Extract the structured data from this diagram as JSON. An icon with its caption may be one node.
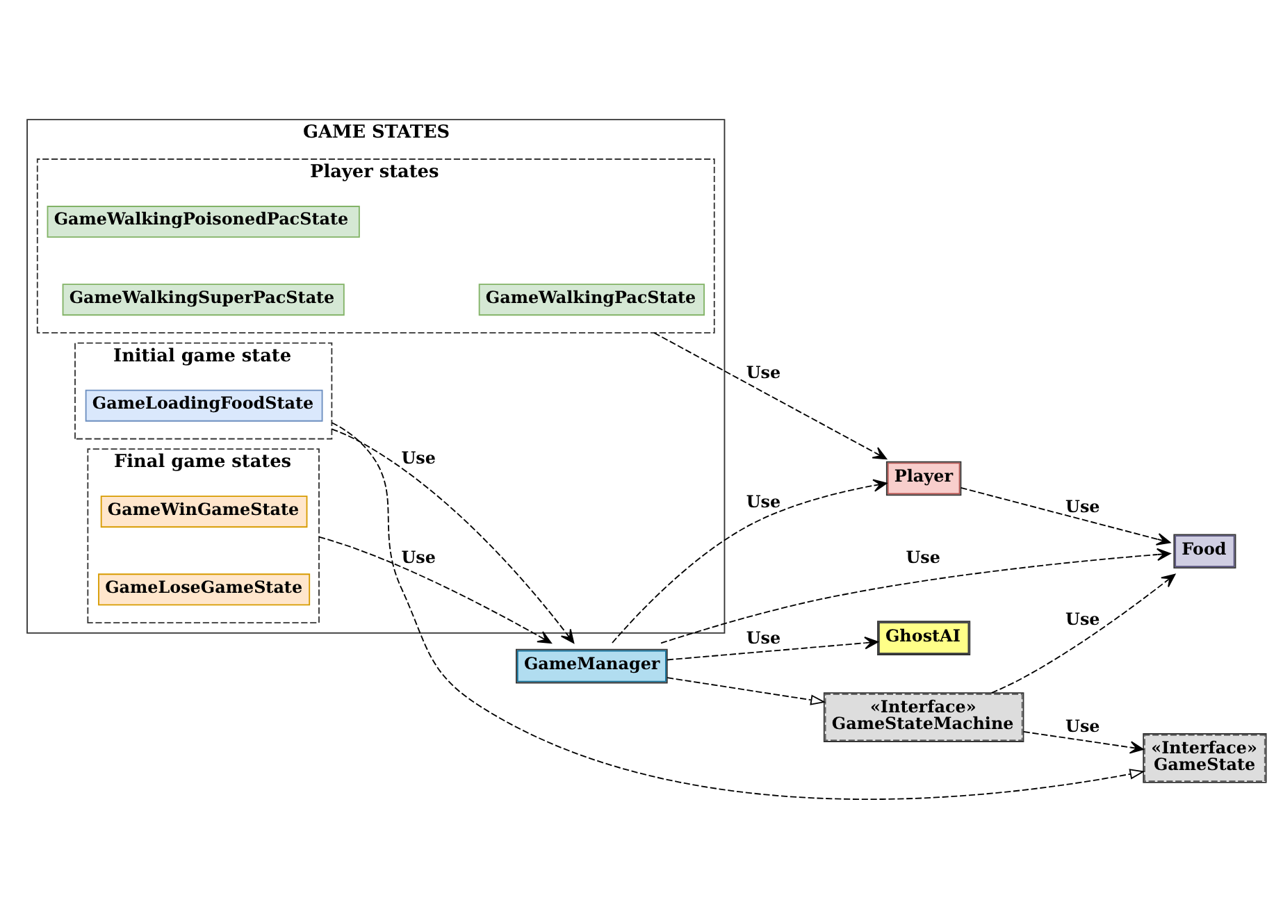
{
  "diagram": {
    "nodes": [
      {
        "text": [
          "GAME STATES"
        ]
      },
      {
        "text": [
          "Player states"
        ],
        "in": 0
      },
      {
        "text": [
          "GameWalkingPacState"
        ],
        "in": 1
      },
      {
        "text": [
          "GameWalkingPoisonedPacState"
        ],
        "in": 1
      },
      {
        "text": [
          "GameWalkingSuperPacState"
        ],
        "in": 1
      },
      {
        "text": [
          "Initial game state"
        ],
        "in": 0
      },
      {
        "text": [
          "GameLoadingFoodState"
        ],
        "in": 5
      },
      {
        "text": [
          "Final game states"
        ],
        "in": 0
      },
      {
        "text": [
          "GameWinGameState"
        ],
        "in": 7
      },
      {
        "text": [
          "GameLoseGameState"
        ],
        "in": 7
      },
      {
        "text": [
          "Player"
        ]
      },
      {
        "text": [
          "Food"
        ]
      },
      {
        "text": [
          "«Interface»",
          "GameState"
        ]
      },
      {
        "text": [
          "GameManager"
        ]
      },
      {
        "text": [
          "«Interface»",
          "GameStateMachine"
        ]
      },
      {
        "text": [
          "GhostAI"
        ]
      }
    ],
    "edges": [
      {
        "from": 1,
        "to": 10,
        "arrow": "to",
        "label": "Use",
        "style": "dashed"
      },
      {
        "from": 10,
        "to": 11,
        "arrow": "to",
        "label": "Use",
        "style": "dashed"
      },
      {
        "from": 13,
        "to": 10,
        "arrow": "to",
        "label": "Use",
        "style": "dashed"
      },
      {
        "from": 13,
        "to": 11,
        "arrow": "to",
        "label": "Use",
        "style": "dashed"
      },
      {
        "from": 14,
        "to": 11,
        "arrow": "to",
        "label": "Use",
        "style": "dashed"
      },
      {
        "from": 5,
        "to": 12,
        "arrow": "to",
        "style": "dashed"
      },
      {
        "from": 5,
        "to": 13,
        "arrow": "to",
        "label": "Use",
        "style": "dashed"
      },
      {
        "from": 7,
        "to": 13,
        "arrow": "to",
        "label": "Use",
        "style": "dashed"
      },
      {
        "from": 13,
        "to": 14,
        "arrow": "to",
        "style": "dashed"
      },
      {
        "from": 14,
        "to": 12,
        "arrow": "to",
        "label": "Use",
        "style": "dashed"
      },
      {
        "from": 13,
        "to": 15,
        "arrow": "to",
        "label": "Use",
        "style": "dashed"
      }
    ]
  }
}
